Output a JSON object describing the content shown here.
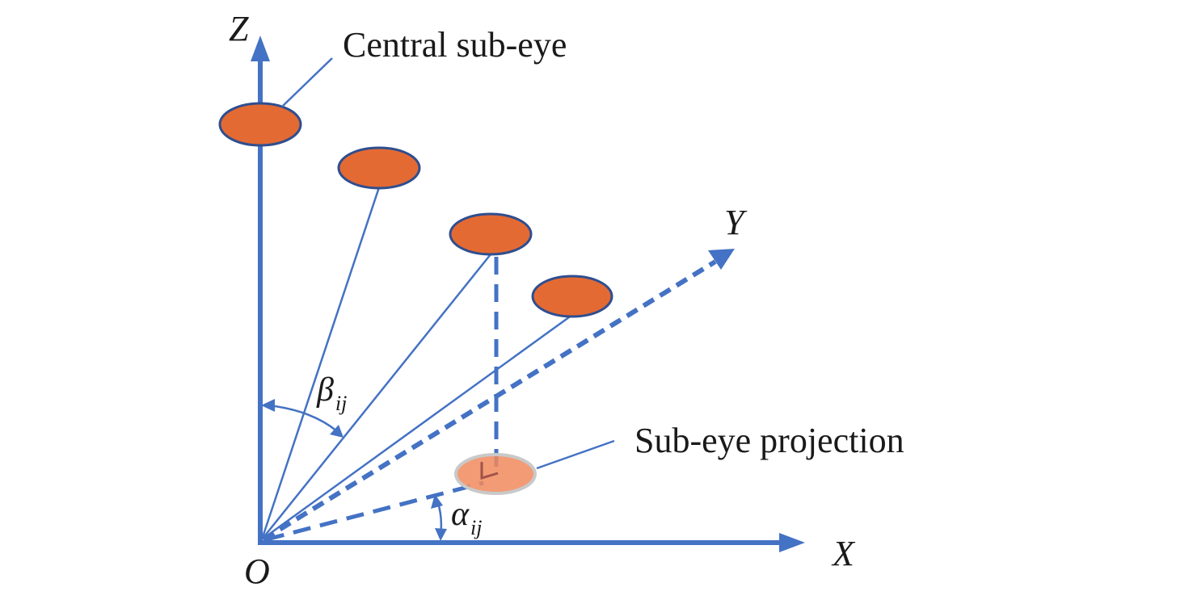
{
  "axes": {
    "z_label": "Z",
    "y_label": "Y",
    "x_label": "X",
    "origin_label": "O"
  },
  "callouts": {
    "central_sub_eye": "Central sub-eye",
    "sub_eye_projection": "Sub-eye projection"
  },
  "angles": {
    "beta_symbol": "β",
    "beta_subscript": "ij",
    "alpha_symbol": "α",
    "alpha_subscript": "ij"
  },
  "colors": {
    "axis": "#4472c4",
    "sub_eye_fill": "#e46a33",
    "sub_eye_stroke": "#2f4e8f",
    "projection_fill": "#f08a5d"
  }
}
